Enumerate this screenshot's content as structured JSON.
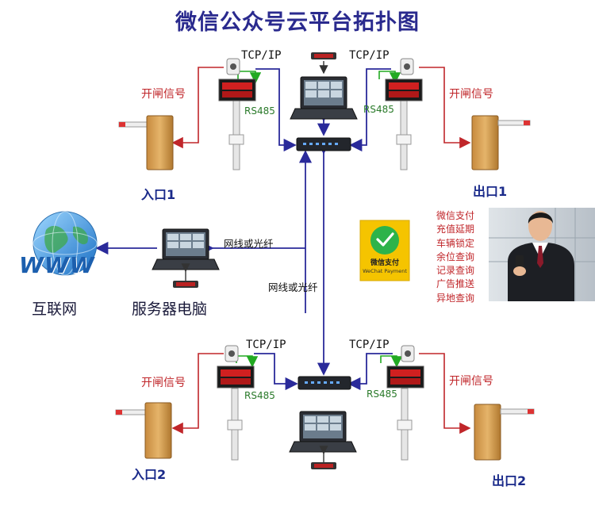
{
  "title": "微信公众号云平台拓扑图",
  "labels": {
    "open_signal": "开闸信号",
    "tcp_ip": "TCP/IP",
    "rs485": "RS485",
    "entrance_1": "入口1",
    "exit_1": "出口1",
    "entrance_2": "入口2",
    "exit_2": "出口2",
    "internet": "互联网",
    "server_pc": "服务器电脑",
    "cable_or_fiber": "网线或光纤"
  },
  "wechat_pay": {
    "name": "微信支付",
    "name_en": "WeChat Payment"
  },
  "features": [
    "微信支付",
    "充值延期",
    "车辆锁定",
    "余位查询",
    "记录查询",
    "广告推送",
    "异地查询"
  ],
  "www_text": "WWW",
  "colors": {
    "title": "#2a2a8e",
    "signal_line": "#c0262a",
    "network_line": "#2a2a9a",
    "rs485_line": "#22aa22",
    "wechat_yellow": "#f5c400",
    "wechat_green": "#2db34a"
  }
}
